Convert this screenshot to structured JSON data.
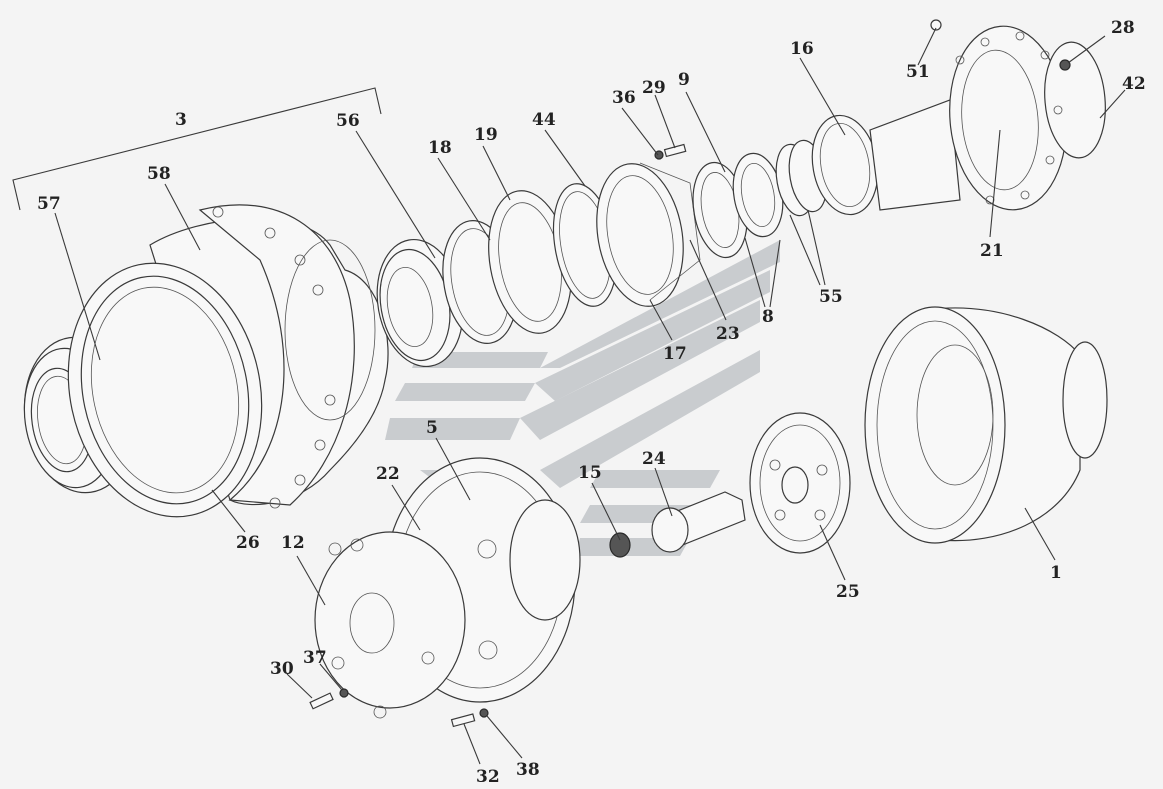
{
  "diagram": {
    "kind": "exploded assembly drawing",
    "callouts": [
      {
        "key": "c1",
        "label": "1"
      },
      {
        "key": "c3",
        "label": "3"
      },
      {
        "key": "c5",
        "label": "5"
      },
      {
        "key": "c8",
        "label": "8"
      },
      {
        "key": "c9",
        "label": "9"
      },
      {
        "key": "c12",
        "label": "12"
      },
      {
        "key": "c15",
        "label": "15"
      },
      {
        "key": "c16",
        "label": "16"
      },
      {
        "key": "c17",
        "label": "17"
      },
      {
        "key": "c18",
        "label": "18"
      },
      {
        "key": "c19",
        "label": "19"
      },
      {
        "key": "c21",
        "label": "21"
      },
      {
        "key": "c22",
        "label": "22"
      },
      {
        "key": "c23",
        "label": "23"
      },
      {
        "key": "c24",
        "label": "24"
      },
      {
        "key": "c25",
        "label": "25"
      },
      {
        "key": "c26",
        "label": "26"
      },
      {
        "key": "c28",
        "label": "28"
      },
      {
        "key": "c29",
        "label": "29"
      },
      {
        "key": "c30",
        "label": "30"
      },
      {
        "key": "c32",
        "label": "32"
      },
      {
        "key": "c36",
        "label": "36"
      },
      {
        "key": "c37",
        "label": "37"
      },
      {
        "key": "c38",
        "label": "38"
      },
      {
        "key": "c42",
        "label": "42"
      },
      {
        "key": "c44",
        "label": "44"
      },
      {
        "key": "c51",
        "label": "51"
      },
      {
        "key": "c55",
        "label": "55"
      },
      {
        "key": "c56",
        "label": "56"
      },
      {
        "key": "c57",
        "label": "57"
      },
      {
        "key": "c58",
        "label": "58"
      }
    ],
    "colors": {
      "line": "#3a3a3a",
      "watermark": "#c9cccf",
      "background": "#f4f4f4"
    }
  }
}
